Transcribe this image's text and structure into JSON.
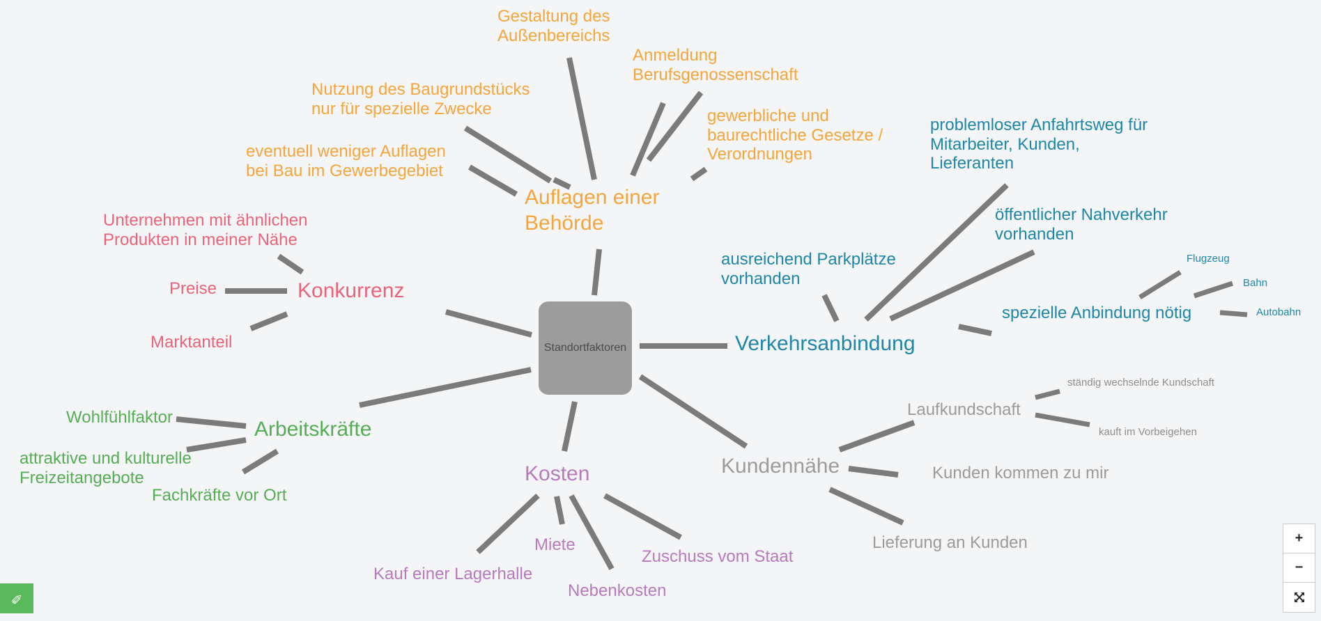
{
  "canvas": {
    "background_color": "#f3f5f7",
    "connector_color": "#7b7b7b"
  },
  "mindmap": {
    "root": {
      "label": "Standortfaktoren",
      "box_color": "#9c9c9c"
    },
    "branches": [
      {
        "name": "auflagen-einer-behoerde",
        "color": "#f4a63c",
        "label": "Auflagen einer\nBehörde",
        "children": [
          {
            "label": "Gestaltung des\nAußenbereichs"
          },
          {
            "label": "Anmeldung\nBerufsgenossenschaft"
          },
          {
            "label": "gewerbliche und\nbaurechtliche Gesetze /\nVerordnungen"
          },
          {
            "label": "Nutzung des Baugrundstücks\nnur für spezielle Zwecke"
          },
          {
            "label": "eventuell weniger Auflagen\nbei Bau im Gewerbegebiet"
          }
        ]
      },
      {
        "name": "konkurrenz",
        "color": "#ea6479",
        "label": "Konkurrenz",
        "children": [
          {
            "label": "Unternehmen mit ähnlichen\nProdukten in meiner Nähe"
          },
          {
            "label": "Preise"
          },
          {
            "label": "Marktanteil"
          }
        ]
      },
      {
        "name": "verkehrsanbindung",
        "color": "#1e87a6",
        "label": "Verkehrsanbindung",
        "children": [
          {
            "label": "problemloser Anfahrtsweg für\nMitarbeiter, Kunden,\nLieferanten"
          },
          {
            "label": "öffentlicher Nahverkehr\nvorhanden"
          },
          {
            "label": "ausreichend Parkplätze\nvorhanden"
          },
          {
            "label": "spezielle Anbindung nötig",
            "children": [
              {
                "label": "Flugzeug"
              },
              {
                "label": "Bahn"
              },
              {
                "label": "Autobahn"
              }
            ]
          }
        ]
      },
      {
        "name": "arbeitskraefte",
        "color": "#56ad56",
        "label": "Arbeitskräfte",
        "children": [
          {
            "label": "Wohlfühlfaktor"
          },
          {
            "label": "attraktive und kulturelle\nFreizeitangebote"
          },
          {
            "label": "Fachkräfte vor Ort"
          }
        ]
      },
      {
        "name": "kosten",
        "color": "#b77abc",
        "label": "Kosten",
        "children": [
          {
            "label": "Miete"
          },
          {
            "label": "Kauf einer Lagerhalle"
          },
          {
            "label": "Nebenkosten"
          },
          {
            "label": "Zuschuss vom Staat"
          }
        ]
      },
      {
        "name": "kundennaehe",
        "color": "#9b9b9b",
        "label": "Kundennähe",
        "children": [
          {
            "label": "Laufkundschaft",
            "children": [
              {
                "label": "ständig wechselnde Kundschaft"
              },
              {
                "label": "kauft im Vorbeigehen"
              }
            ]
          },
          {
            "label": "Kunden kommen zu mir"
          },
          {
            "label": "Lieferung an Kunden"
          }
        ]
      }
    ]
  },
  "controls": {
    "edit_icon": "✎",
    "zoom_in": "+",
    "zoom_out": "−",
    "fullscreen_icon_name": "expand-arrows-icon"
  }
}
